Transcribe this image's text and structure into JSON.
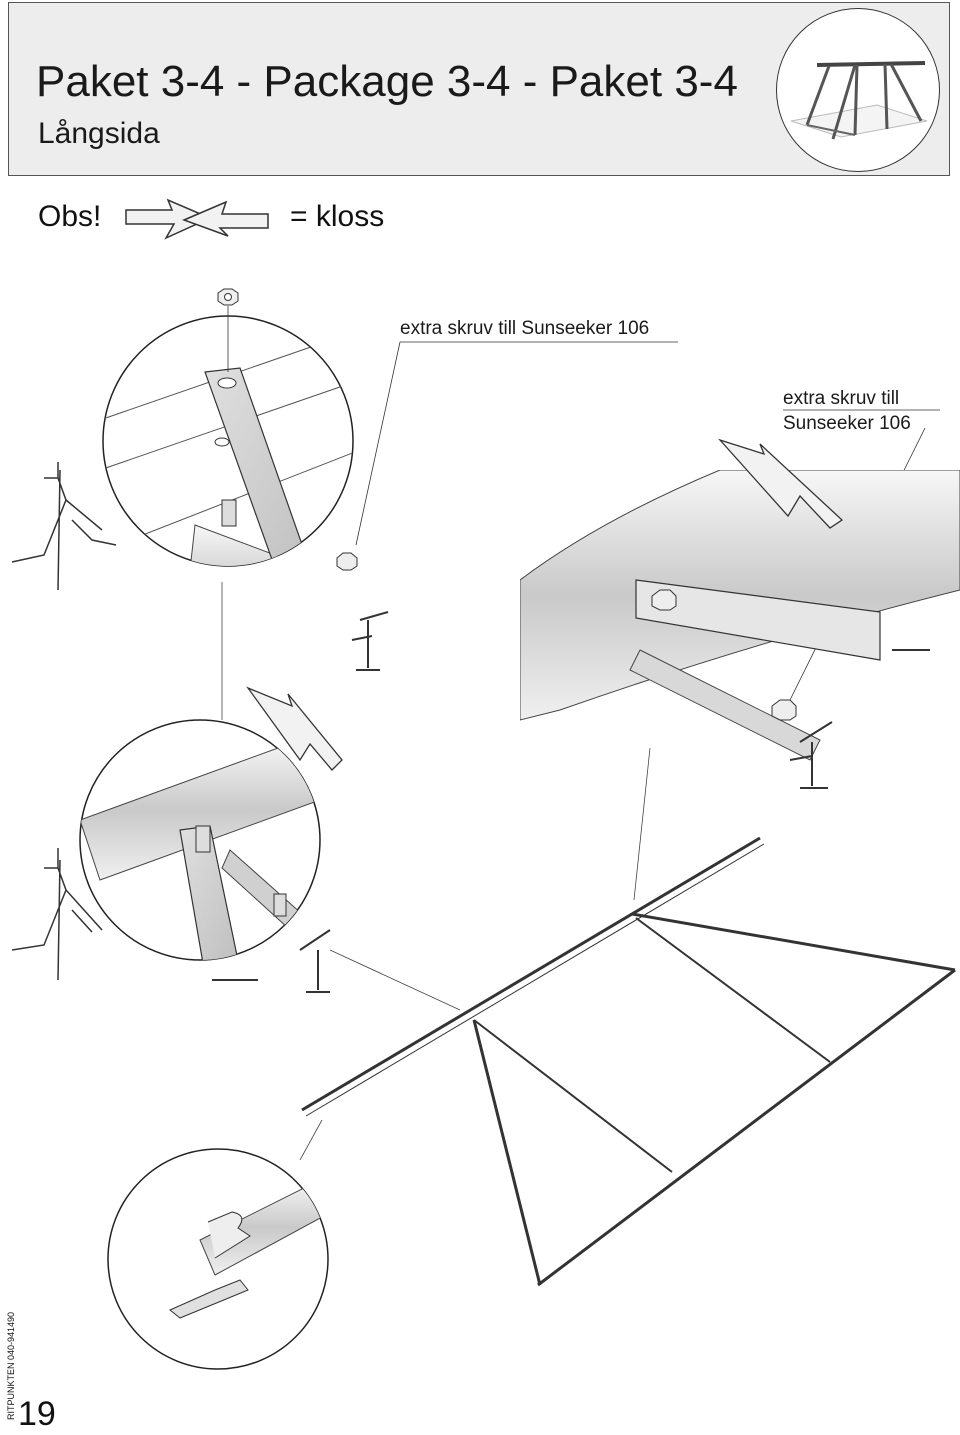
{
  "header": {
    "title": "Paket 3-4 - Package 3-4 - Paket 3-4",
    "subtitle": "Långsida"
  },
  "legend": {
    "obs_label": "Obs!",
    "kloss_label": "= kloss"
  },
  "notes": {
    "extra_screw_1": "extra skruv till Sunseeker 106",
    "extra_screw_2_line1": "extra skruv till",
    "extra_screw_2_line2": "Sunseeker 106"
  },
  "footer": {
    "page_number": "19",
    "drawing_ref": "RITPUNKTEN 040-941490"
  }
}
